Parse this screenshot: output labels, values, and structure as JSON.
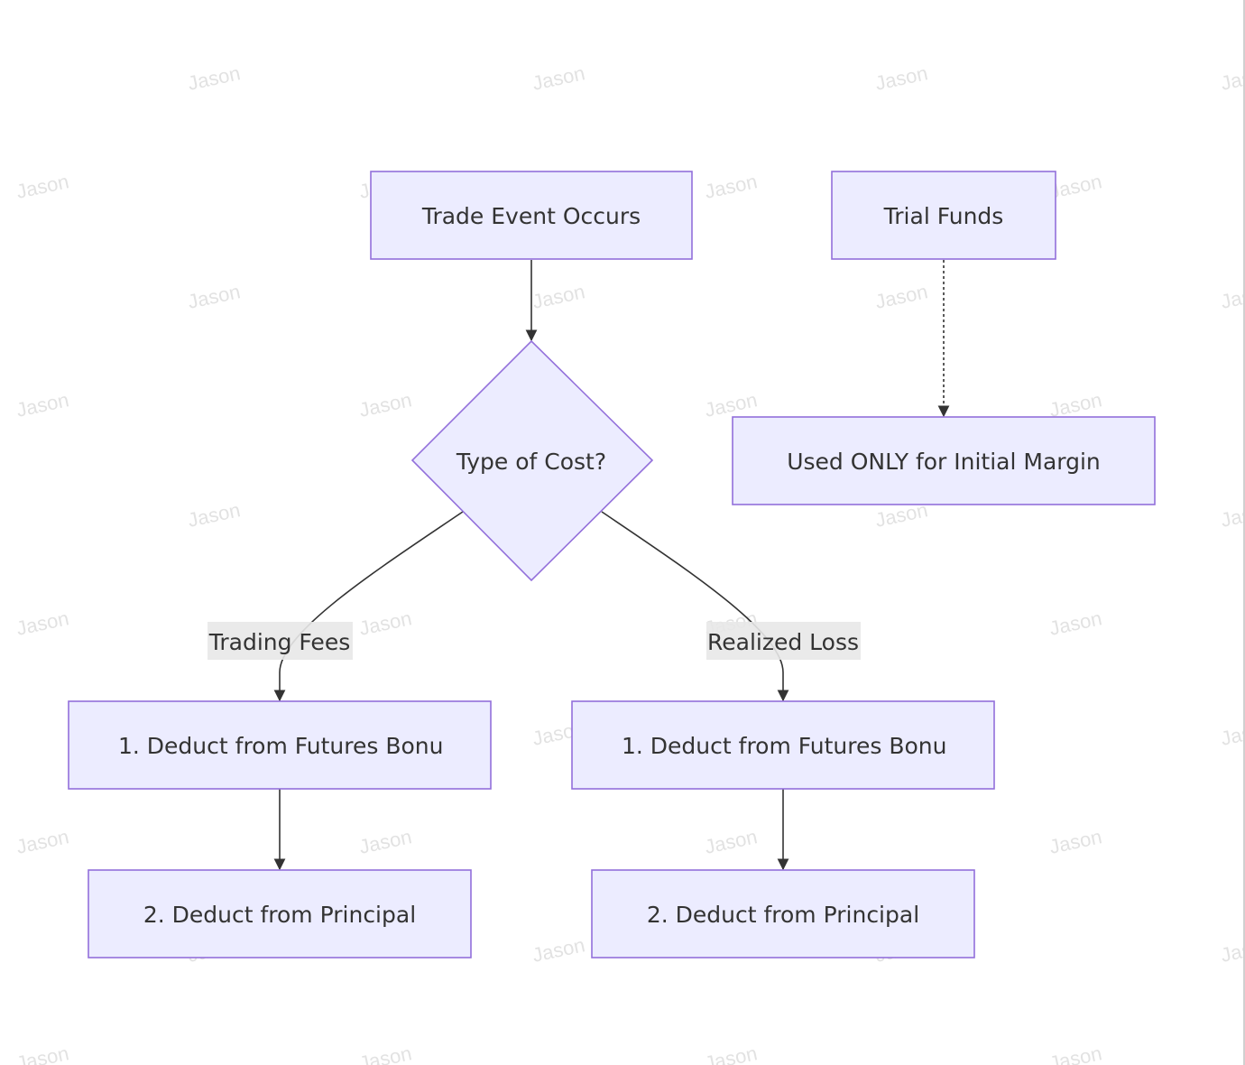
{
  "watermark": {
    "text": "Jason"
  },
  "nodes": {
    "trade_event": "Trade Event Occurs",
    "trial_funds": "Trial Funds",
    "type_of_cost": "Type of Cost?",
    "initial_margin": "Used ONLY for Initial Margin",
    "fees_deduct_bonus": "1. Deduct from Futures Bonu",
    "fees_deduct_principal": "2. Deduct from Principal",
    "loss_deduct_bonus": "1. Deduct from Futures Bonu",
    "loss_deduct_principal": "2. Deduct from Principal"
  },
  "edges": {
    "trading_fees_label": "Trading Fees",
    "realized_loss_label": "Realized Loss"
  },
  "colors": {
    "node_fill": "#ECECFF",
    "node_stroke": "#9370DB",
    "edge": "#333333",
    "text": "#333333"
  }
}
